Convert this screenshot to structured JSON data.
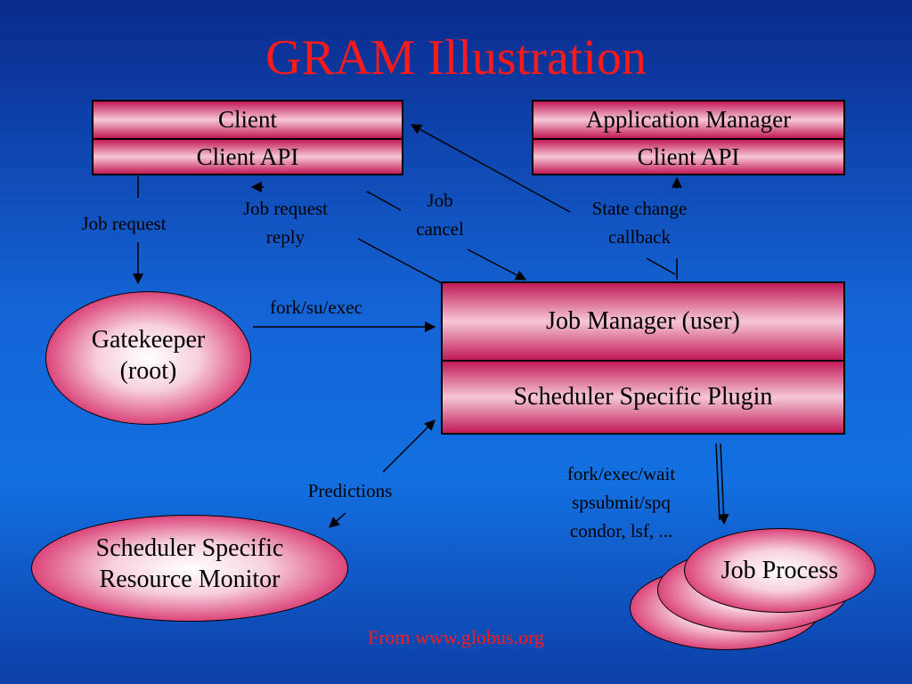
{
  "title": "GRAM Illustration",
  "client_box": {
    "top": "Client",
    "bottom": "Client API"
  },
  "appmgr_box": {
    "top": "Application Manager",
    "bottom": "Client API"
  },
  "jobmgr_box": {
    "top": "Job Manager (user)",
    "bottom": "Scheduler Specific Plugin"
  },
  "gatekeeper": {
    "line1": "Gatekeeper",
    "line2": "(root)"
  },
  "resource_monitor": {
    "line1": "Scheduler Specific",
    "line2": "Resource Monitor"
  },
  "job_process": "Job Process",
  "labels": {
    "job_request": "Job request",
    "job_request_reply_1": "Job request",
    "job_request_reply_2": "reply",
    "job_cancel_1": "Job",
    "job_cancel_2": "cancel",
    "state_change_1": "State change",
    "state_change_2": "callback",
    "fork_su_exec": "fork/su/exec",
    "predictions": "Predictions",
    "fork_exec_wait": "fork/exec/wait",
    "spsubmit": "spsubmit/spq",
    "condor": "condor, lsf, ..."
  },
  "footer": "From www.globus.org"
}
